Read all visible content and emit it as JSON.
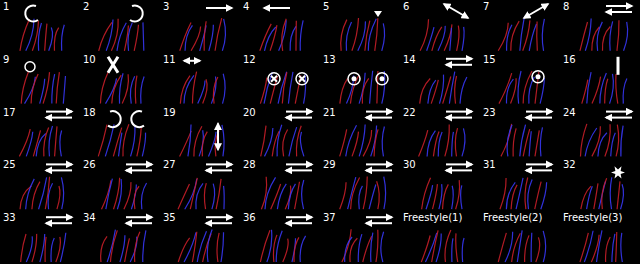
{
  "diagram": {
    "labels": [
      "1",
      "2",
      "3",
      "4",
      "5",
      "6",
      "7",
      "8",
      "9",
      "10",
      "11",
      "12",
      "13",
      "14",
      "15",
      "16",
      "17",
      "18",
      "19",
      "20",
      "21",
      "22",
      "23",
      "24",
      "25",
      "26",
      "27",
      "28",
      "29",
      "30",
      "31",
      "32",
      "33",
      "34",
      "35",
      "36",
      "37",
      "Freestyle(1)",
      "Freestyle(2)",
      "Freestyle(3)"
    ]
  }
}
